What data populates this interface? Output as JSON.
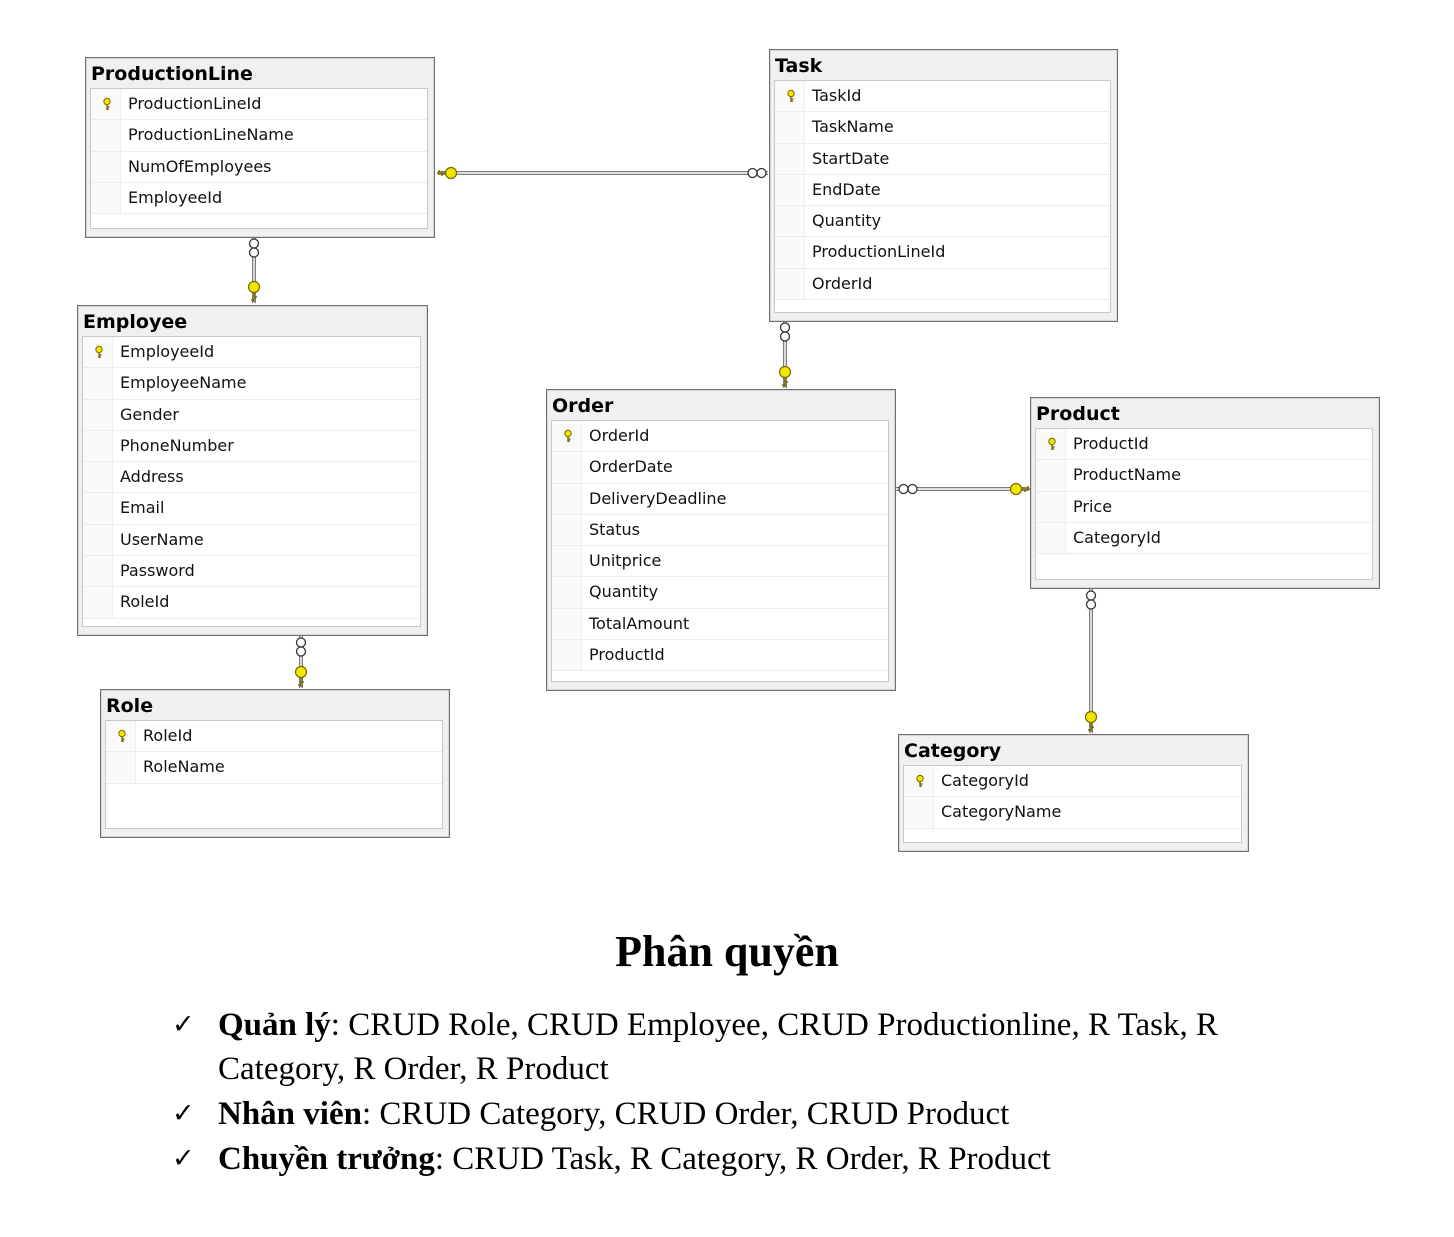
{
  "tables": {
    "productionline": {
      "title": "ProductionLine",
      "columns": [
        "ProductionLineId",
        "ProductionLineName",
        "NumOfEmployees",
        "EmployeeId"
      ],
      "primary_key": "ProductionLineId"
    },
    "employee": {
      "title": "Employee",
      "columns": [
        "EmployeeId",
        "EmployeeName",
        "Gender",
        "PhoneNumber",
        "Address",
        "Email",
        "UserName",
        "Password",
        "RoleId"
      ],
      "primary_key": "EmployeeId"
    },
    "role": {
      "title": "Role",
      "columns": [
        "RoleId",
        "RoleName"
      ],
      "primary_key": "RoleId"
    },
    "task": {
      "title": "Task",
      "columns": [
        "TaskId",
        "TaskName",
        "StartDate",
        "EndDate",
        "Quantity",
        "ProductionLineId",
        "OrderId"
      ],
      "primary_key": "TaskId"
    },
    "order": {
      "title": "Order",
      "columns": [
        "OrderId",
        "OrderDate",
        "DeliveryDeadline",
        "Status",
        "Unitprice",
        "Quantity",
        "TotalAmount",
        "ProductId"
      ],
      "primary_key": "OrderId"
    },
    "product": {
      "title": "Product",
      "columns": [
        "ProductId",
        "ProductName",
        "Price",
        "CategoryId"
      ],
      "primary_key": "ProductId"
    },
    "category": {
      "title": "Category",
      "columns": [
        "CategoryId",
        "CategoryName"
      ],
      "primary_key": "CategoryId"
    }
  },
  "relationships": [
    {
      "one": "productionline",
      "many": "task"
    },
    {
      "one": "employee",
      "many": "productionline"
    },
    {
      "one": "role",
      "many": "employee"
    },
    {
      "one": "order",
      "many": "task"
    },
    {
      "one": "product",
      "many": "order"
    },
    {
      "one": "category",
      "many": "product"
    }
  ],
  "colors": {
    "key": "#f2e600",
    "key_outline": "#7a6a00",
    "line": "#7d7d7d"
  },
  "permissions": {
    "title": "Phân quyền",
    "check_glyph": "✓",
    "items": [
      {
        "role": "Quản lý",
        "rights": ": CRUD Role, CRUD Employee, CRUD Productionline, R Task, R Category, R Order, R Product"
      },
      {
        "role": "Nhân viên",
        "rights": ": CRUD Category, CRUD Order, CRUD Product"
      },
      {
        "role": "Chuyền trưởng",
        "rights": ": CRUD Task, R Category, R Order, R Product"
      }
    ]
  }
}
